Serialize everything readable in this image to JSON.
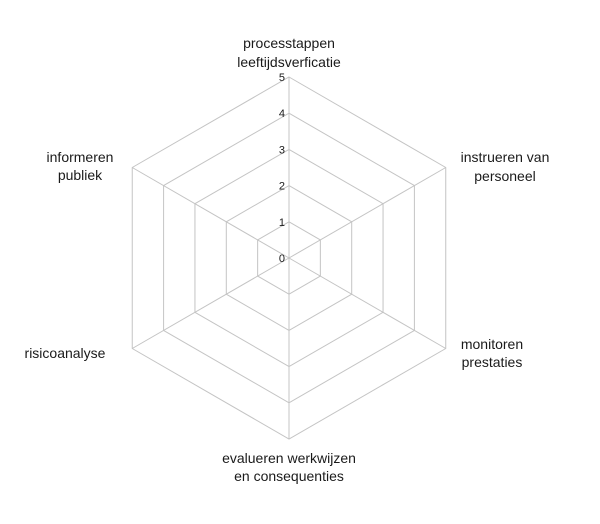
{
  "chart_data": {
    "type": "radar",
    "title": "",
    "categories": [
      [
        "processtappen",
        "leeftijdsverficatie"
      ],
      [
        "instrueren van",
        "personeel"
      ],
      [
        "monitoren",
        "prestaties"
      ],
      [
        "evalueren werkwijzen",
        "en consequenties"
      ],
      [
        "risicoanalyse"
      ],
      [
        "informeren",
        "publiek"
      ]
    ],
    "rlim": [
      0,
      5
    ],
    "ticks": [
      "0",
      "1",
      "2",
      "3",
      "4",
      "5"
    ],
    "grid": true,
    "series": []
  }
}
